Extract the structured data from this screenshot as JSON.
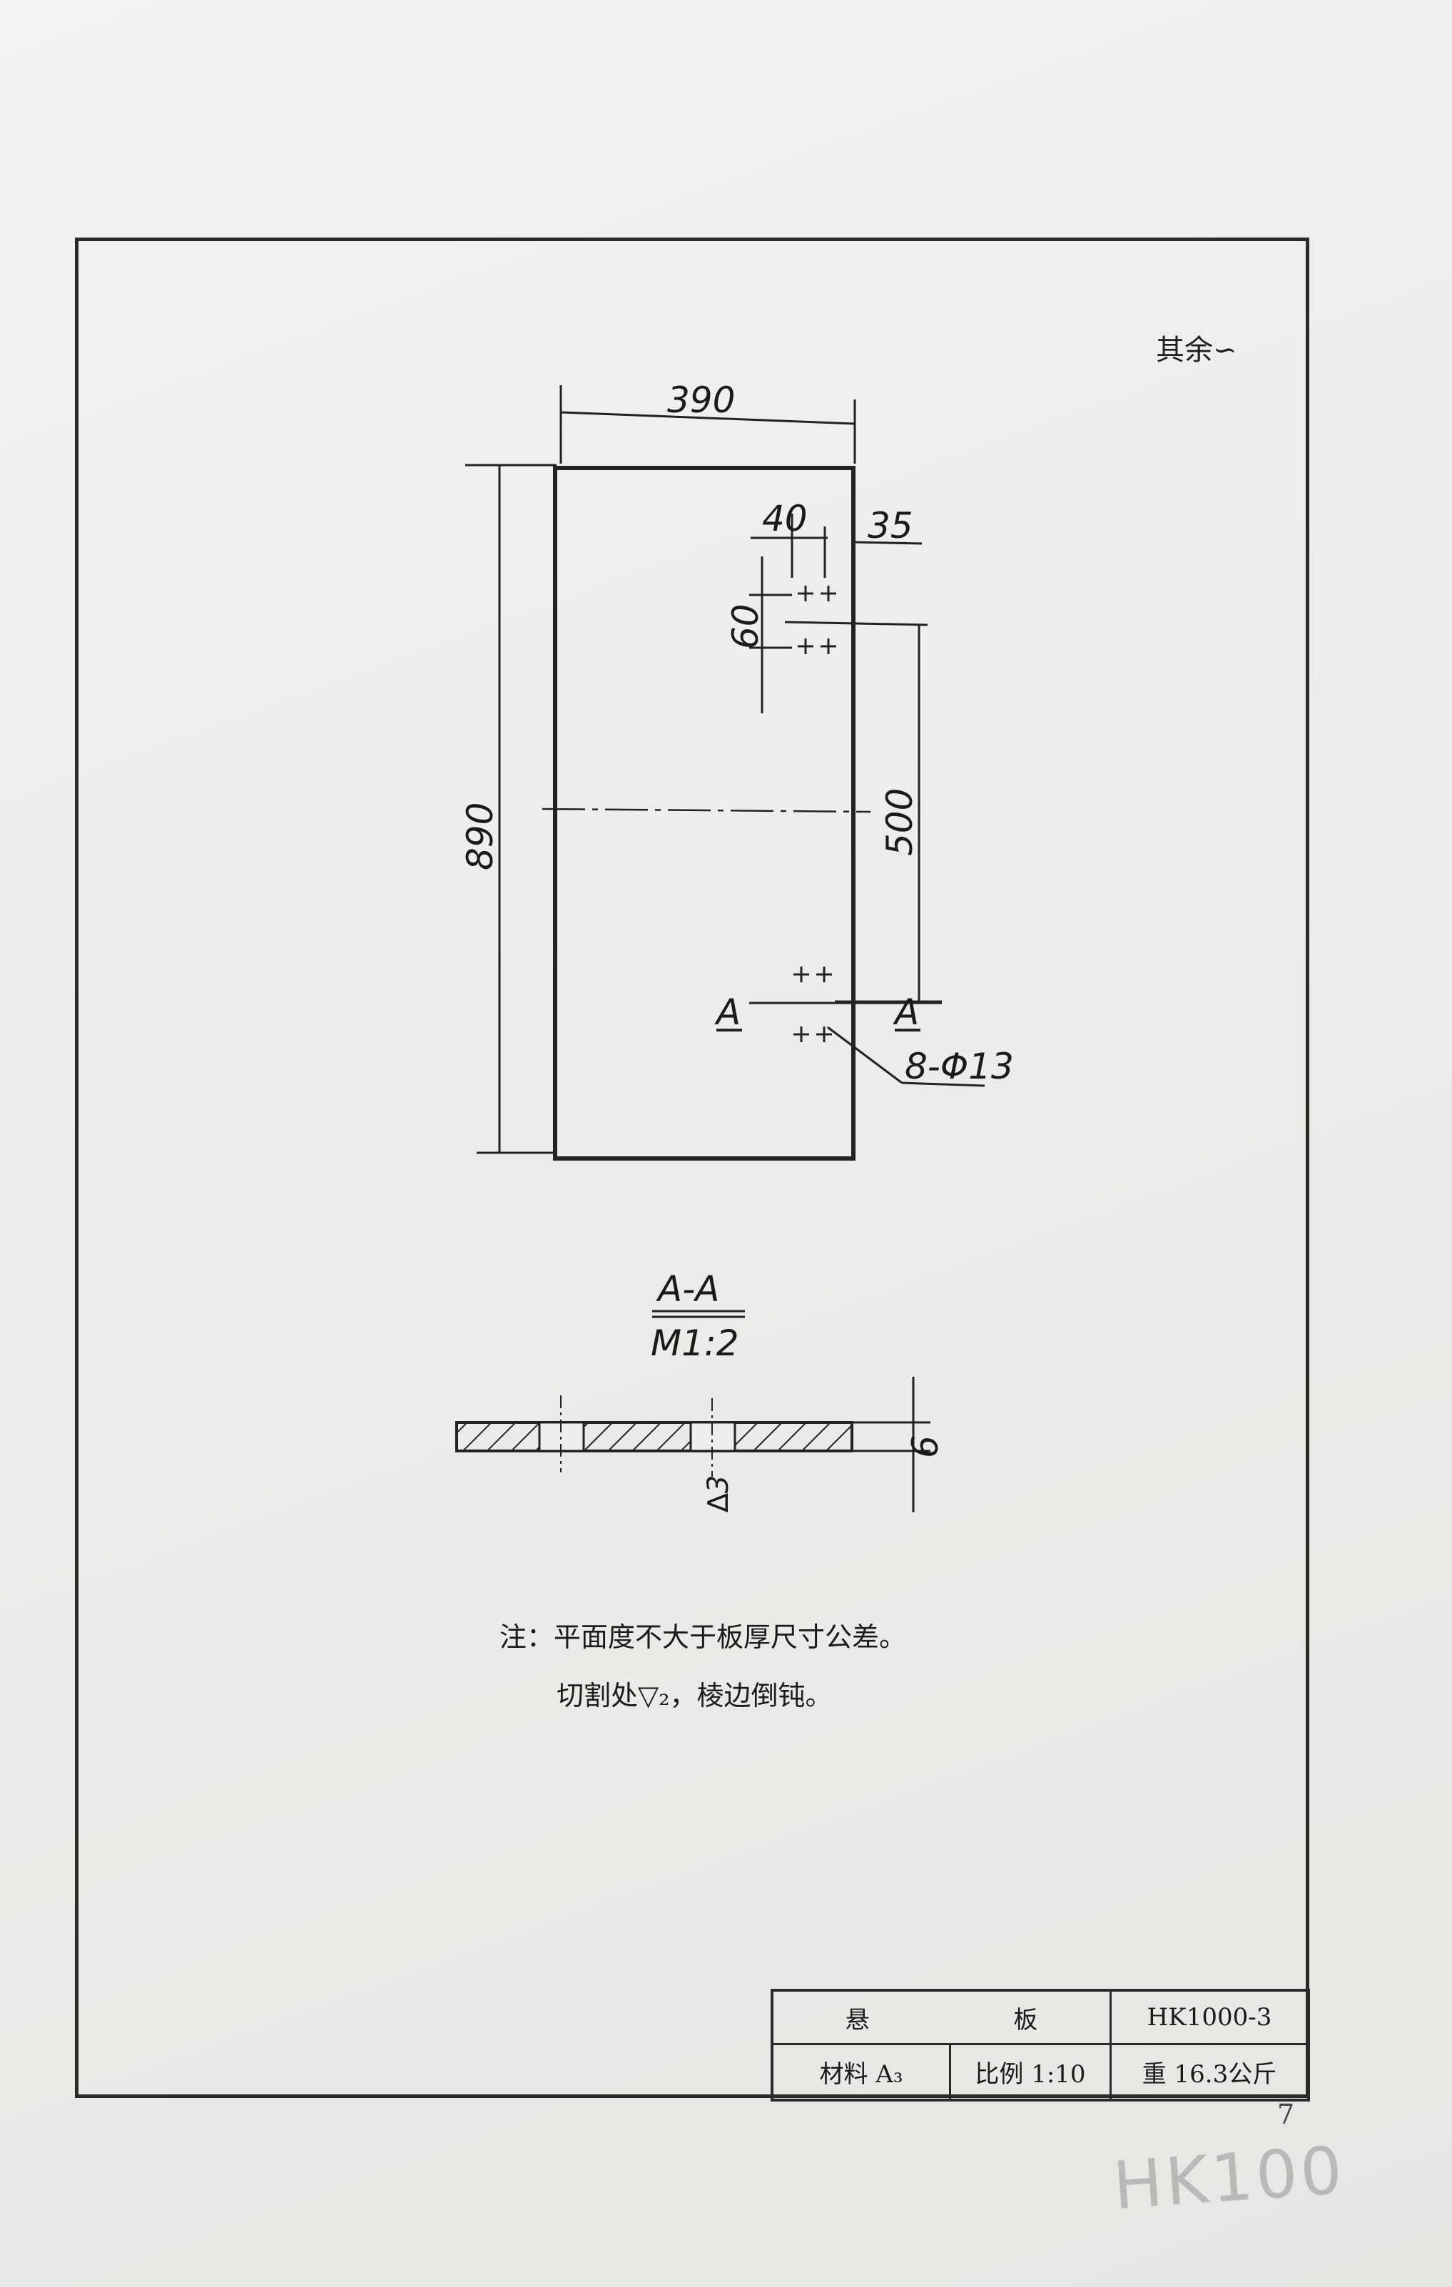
{
  "drawing": {
    "roughness_symbol": "其余∽",
    "dimensions": {
      "width": "390",
      "height": "890",
      "edge_offset": "35",
      "hole_spacing_x": "40",
      "hole_spacing_y": "60",
      "hole_group_spacing": "500",
      "holes": "8-Φ13",
      "thickness": "6",
      "section_roughness": "∆3"
    },
    "section_marker_left": "A",
    "section_marker_right": "A",
    "section_title": "A-A",
    "section_scale": "M1:2"
  },
  "notes": {
    "line1": "注：平面度不大于板厚尺寸公差。",
    "line2": "切割处▽₂，棱边倒钝。"
  },
  "title_block": {
    "name_char1": "悬",
    "name_char2": "板",
    "drawing_number": "HK1000-3",
    "material": "材料 A₃",
    "scale": "比例 1:10",
    "weight": "重 16.3公斤"
  },
  "page_number": "7",
  "handwritten_note": "HK100"
}
